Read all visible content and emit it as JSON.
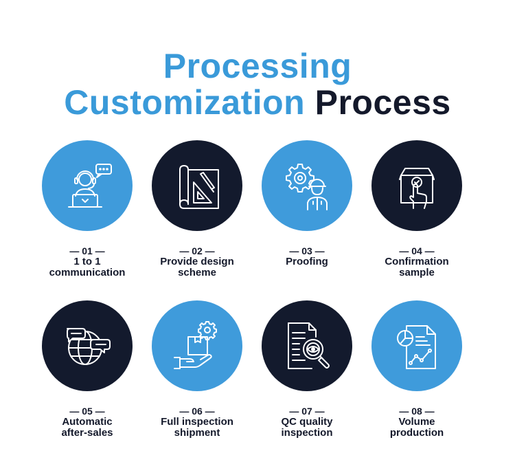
{
  "title": {
    "line1": "Processing",
    "line2_accent": "Customization",
    "line2_dark": "Process"
  },
  "colors": {
    "blue": "#3f9bdb",
    "dark": "#131a2d",
    "text": "#14192b"
  },
  "steps": [
    {
      "number": "— 01 —",
      "label": "1 to 1\ncommunication",
      "icon": "customer-service-icon",
      "style": "blue"
    },
    {
      "number": "— 02 —",
      "label": "Provide design\nscheme",
      "icon": "design-blueprint-icon",
      "style": "dark"
    },
    {
      "number": "— 03 —",
      "label": "Proofing",
      "icon": "engineer-gear-icon",
      "style": "blue"
    },
    {
      "number": "— 04 —",
      "label": "Confirmation\nsample",
      "icon": "box-confirm-hand-icon",
      "style": "dark"
    },
    {
      "number": "— 05 —",
      "label": "Automatic\nafter-sales",
      "icon": "globe-chat-icon",
      "style": "dark"
    },
    {
      "number": "— 06 —",
      "label": "Full inspection\nshipment",
      "icon": "hand-box-gear-icon",
      "style": "blue"
    },
    {
      "number": "— 07 —",
      "label": "QC quality\ninspection",
      "icon": "document-magnifier-icon",
      "style": "dark"
    },
    {
      "number": "— 08 —",
      "label": "Volume\nproduction",
      "icon": "report-chart-icon",
      "style": "blue"
    }
  ]
}
